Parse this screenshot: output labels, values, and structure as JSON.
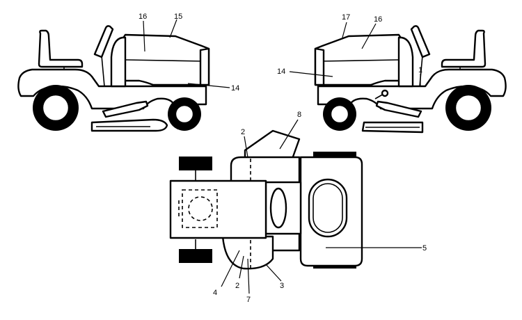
{
  "callouts": {
    "left_view": {
      "c16": "16",
      "c15": "15",
      "c14": "14"
    },
    "right_view": {
      "c17": "17",
      "c16": "16",
      "c14": "14",
      "c1": "1"
    },
    "top_view": {
      "c2a": "2",
      "c8": "8",
      "c5": "5",
      "c4": "4",
      "c2b": "2",
      "c3": "3",
      "c7": "7"
    }
  }
}
